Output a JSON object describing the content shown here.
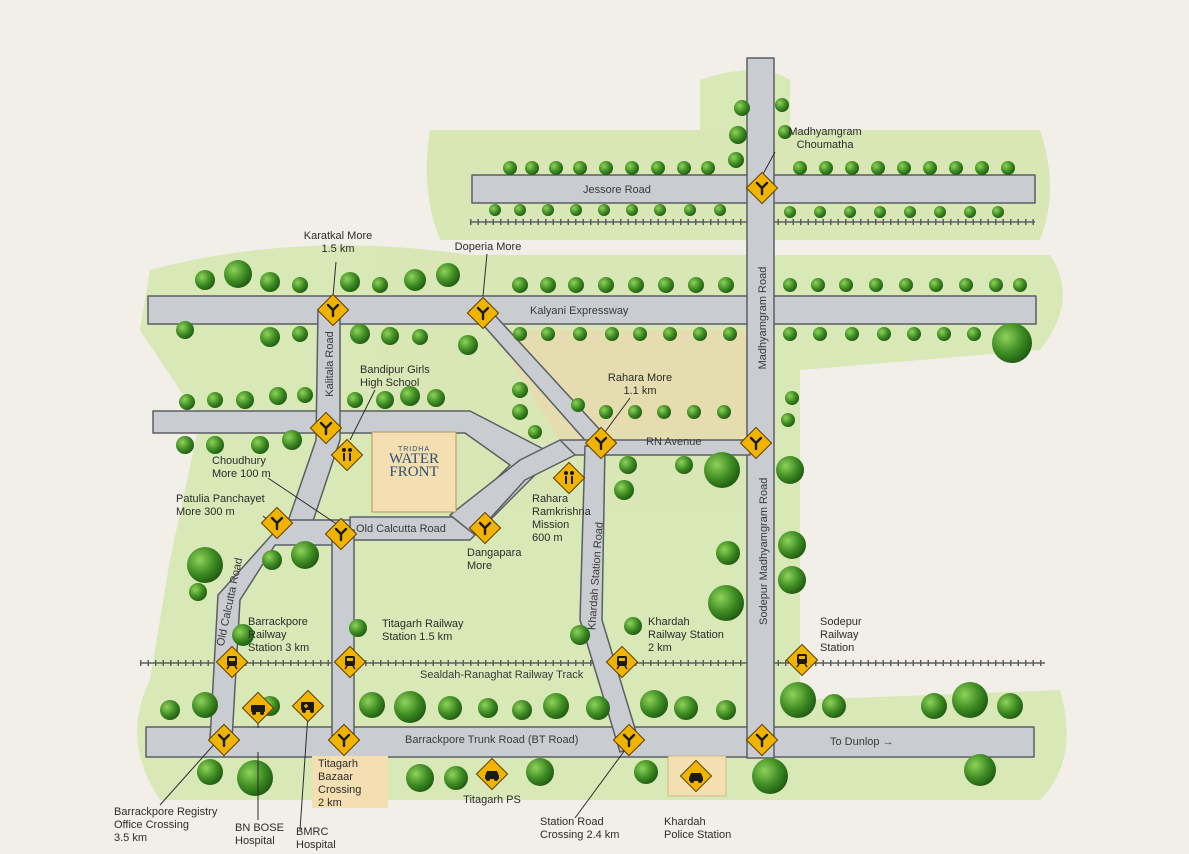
{
  "map": {
    "project_logo": {
      "top_text": "TRIDHA",
      "line1": "WATER",
      "line2": "FRONT"
    },
    "roads": {
      "jessore": "Jessore Road",
      "kalyani": "Kalyani Expressway",
      "rn_avenue": "RN Avenue",
      "old_calcutta_h": "Old Calcutta Road",
      "old_calcutta_v": "Old Calcutta Road",
      "kalitala": "Kalitala Road",
      "madhyamgram": "Madhyamgram Road",
      "sodepur": "Sodepur Madhyamgram Road",
      "khardah_station": "Khardah Station Road",
      "bt_road": "Barrackpore Trunk Road (BT Road)",
      "to_dunlop": "To Dunlop  →",
      "railway": "Sealdah-Ranaghat Railway Track"
    },
    "landmarks": {
      "madhyamgram_choumatha": [
        "Madhyamgram",
        "Choumatha"
      ],
      "karatkal_more": [
        "Karatkal More",
        "1.5 km"
      ],
      "doperia_more": [
        "Doperia More"
      ],
      "bandipur_school": [
        "Bandipur Girls",
        "High School"
      ],
      "rahara_more": [
        "Rahara More",
        "1.1 km"
      ],
      "choudhury_more": [
        "Choudhury",
        "More 100 m"
      ],
      "patulia_panchayet": [
        "Patulia Panchayet",
        "More 300 m"
      ],
      "rahara_mission": [
        "Rahara",
        "Ramkrishna",
        "Mission",
        "600 m"
      ],
      "dangapara_more": [
        "Dangapara",
        "More"
      ],
      "barrackpore_station": [
        "Barrackpore",
        "Railway",
        "Station 3 km"
      ],
      "titagarh_station": [
        "Titagarh Railway",
        "Station 1.5 km"
      ],
      "khardah_station": [
        "Khardah",
        "Railway Station",
        "2 km"
      ],
      "sodepur_station": [
        "Sodepur",
        "Railway",
        "Station"
      ],
      "titagarh_bazaar": [
        "Titagarh",
        "Bazaar",
        "Crossing",
        "2 km"
      ],
      "titagarh_ps": [
        "Titagarh PS"
      ],
      "barrackpore_registry": [
        "Barrackpore Registry",
        "Office Crossing",
        "3.5 km"
      ],
      "bn_bose": [
        "BN BOSE",
        "Hospital"
      ],
      "bmrc": [
        "BMRC",
        "Hospital"
      ],
      "station_road_crossing": [
        "Station Road",
        "Crossing 2.4 km"
      ],
      "khardah_ps": [
        "Khardah",
        "Police Station"
      ]
    },
    "colors": {
      "road": "#c9ccd1",
      "road_edge": "#5b5e63",
      "marker": "#f0b400",
      "tree": "#3d8a22",
      "green_area": "#cfe3a4",
      "sand_area": "#e4d9a3",
      "label_box": "#f3dfb2"
    },
    "icons": [
      "junction-marker",
      "train-icon",
      "school-icon",
      "hospital-icon",
      "police-icon",
      "ambulance-icon"
    ]
  }
}
